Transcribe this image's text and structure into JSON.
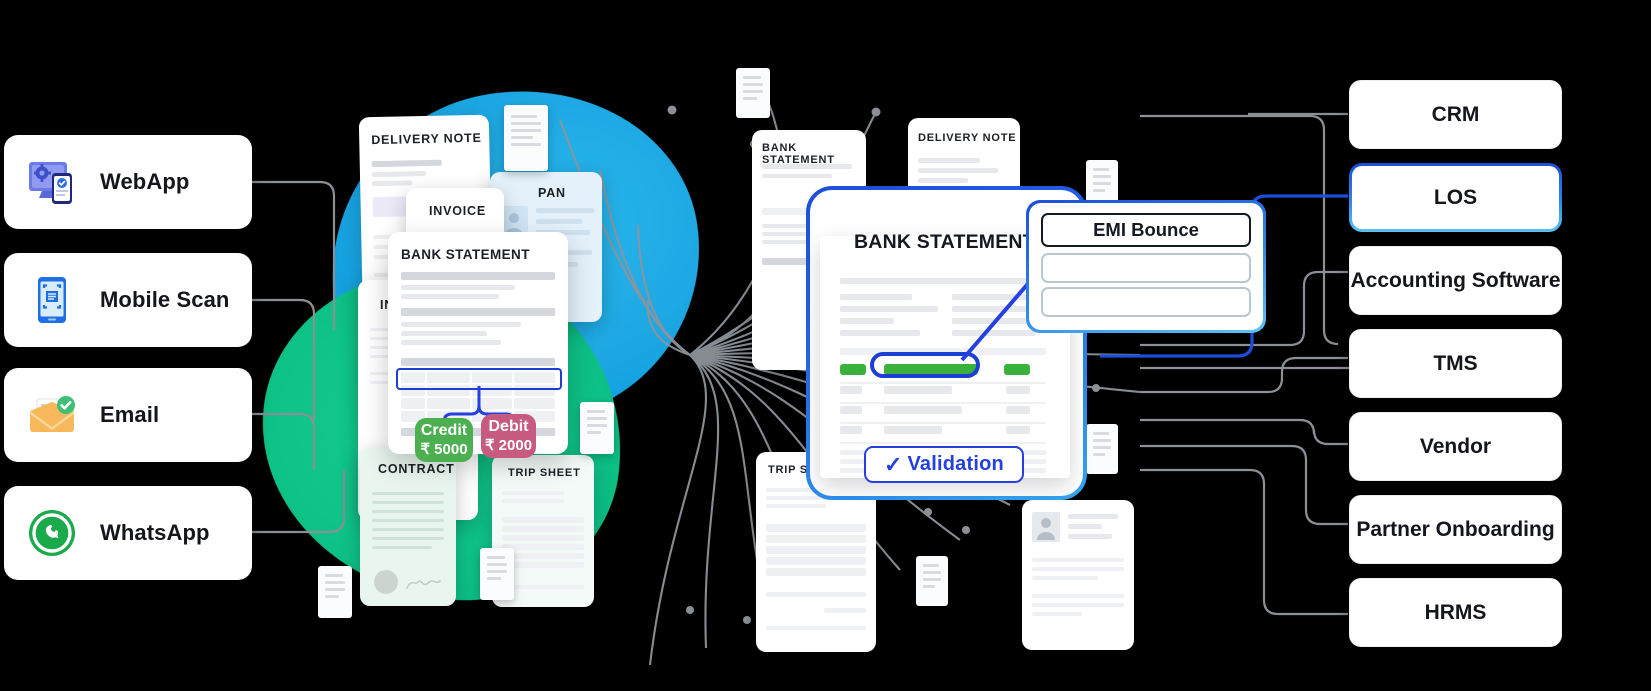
{
  "channels": {
    "items": [
      {
        "label": "WebApp",
        "icon": "webapp-icon"
      },
      {
        "label": "Mobile Scan",
        "icon": "mobile-scan-icon"
      },
      {
        "label": "Email",
        "icon": "email-icon"
      },
      {
        "label": "WhatsApp",
        "icon": "whatsapp-icon"
      }
    ]
  },
  "destinations": {
    "items": [
      {
        "label": "CRM",
        "highlighted": false
      },
      {
        "label": "LOS",
        "highlighted": true
      },
      {
        "label": "Accounting Software",
        "highlighted": false
      },
      {
        "label": "TMS",
        "highlighted": false
      },
      {
        "label": "Vendor",
        "highlighted": false
      },
      {
        "label": "Partner Onboarding",
        "highlighted": false
      },
      {
        "label": "HRMS",
        "highlighted": false
      }
    ]
  },
  "documents": {
    "delivery_note_left": "DELIVERY NOTE",
    "invoice_top": "INVOICE",
    "pan": "PAN",
    "bank_statement_left": "BANK STATEMENT",
    "invoice_mid": "INVOICE",
    "contract": "CONTRACT",
    "trip_sheet_left": "TRIP SHEET",
    "bank_statement_right": "BANK STATEMENT",
    "delivery_note_right": "DELIVERY NOTE",
    "trip_sheet_right": "TRIP SHEET"
  },
  "extraction": {
    "credit": {
      "label": "Credit",
      "value": "₹ 5000"
    },
    "debit": {
      "label": "Debit",
      "value": "₹ 2000"
    }
  },
  "spotlight": {
    "title": "BANK STATEMENT",
    "callout_label": "EMI Bounce",
    "validation_label": "Validation",
    "check_glyph": "✓"
  },
  "colors": {
    "blue": "#1d4ed8",
    "cyan": "#35a8ef",
    "green": "#4caf50",
    "pink": "#c75b7f",
    "blob_blue": "#17a9e3",
    "blob_green": "#0fc489",
    "highlight_green": "#3ab03d"
  }
}
